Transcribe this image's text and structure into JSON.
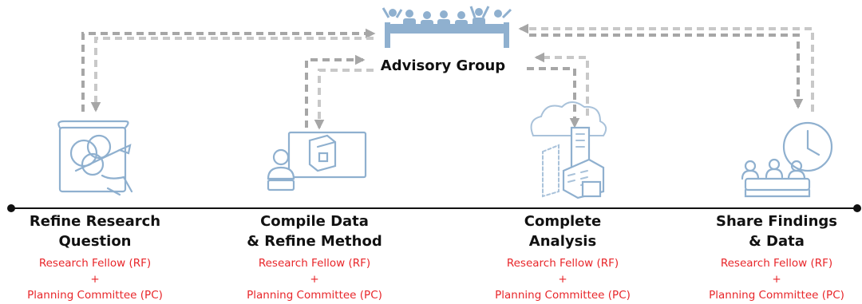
{
  "advisory": {
    "label": "Advisory Group",
    "icon": "advisory-group-icon"
  },
  "stages": [
    {
      "title_line1": "Refine Research",
      "title_line2": "Question",
      "role1": "Research Fellow (RF)",
      "plus": "+",
      "role2": "Planning Committee (PC)",
      "icon": "research-question-icon"
    },
    {
      "title_line1": "Compile Data",
      "title_line2": "& Refine Method",
      "role1": "Research Fellow (RF)",
      "plus": "+",
      "role2": "Planning Committee (PC)",
      "icon": "compile-data-icon"
    },
    {
      "title_line1": "Complete",
      "title_line2": "Analysis",
      "role1": "Research Fellow (RF)",
      "plus": "+",
      "role2": "Planning Committee (PC)",
      "icon": "cloud-analysis-icon"
    },
    {
      "title_line1": "Share Findings",
      "title_line2": "& Data",
      "role1": "Research Fellow (RF)",
      "plus": "+",
      "role2": "Planning Committee (PC)",
      "icon": "meeting-clock-icon"
    }
  ],
  "colors": {
    "icon": "#7f9fbf",
    "icon_light": "#b8cde0",
    "arrow": "#a6a6a6",
    "role_text": "#e8262a",
    "timeline": "#111111"
  }
}
